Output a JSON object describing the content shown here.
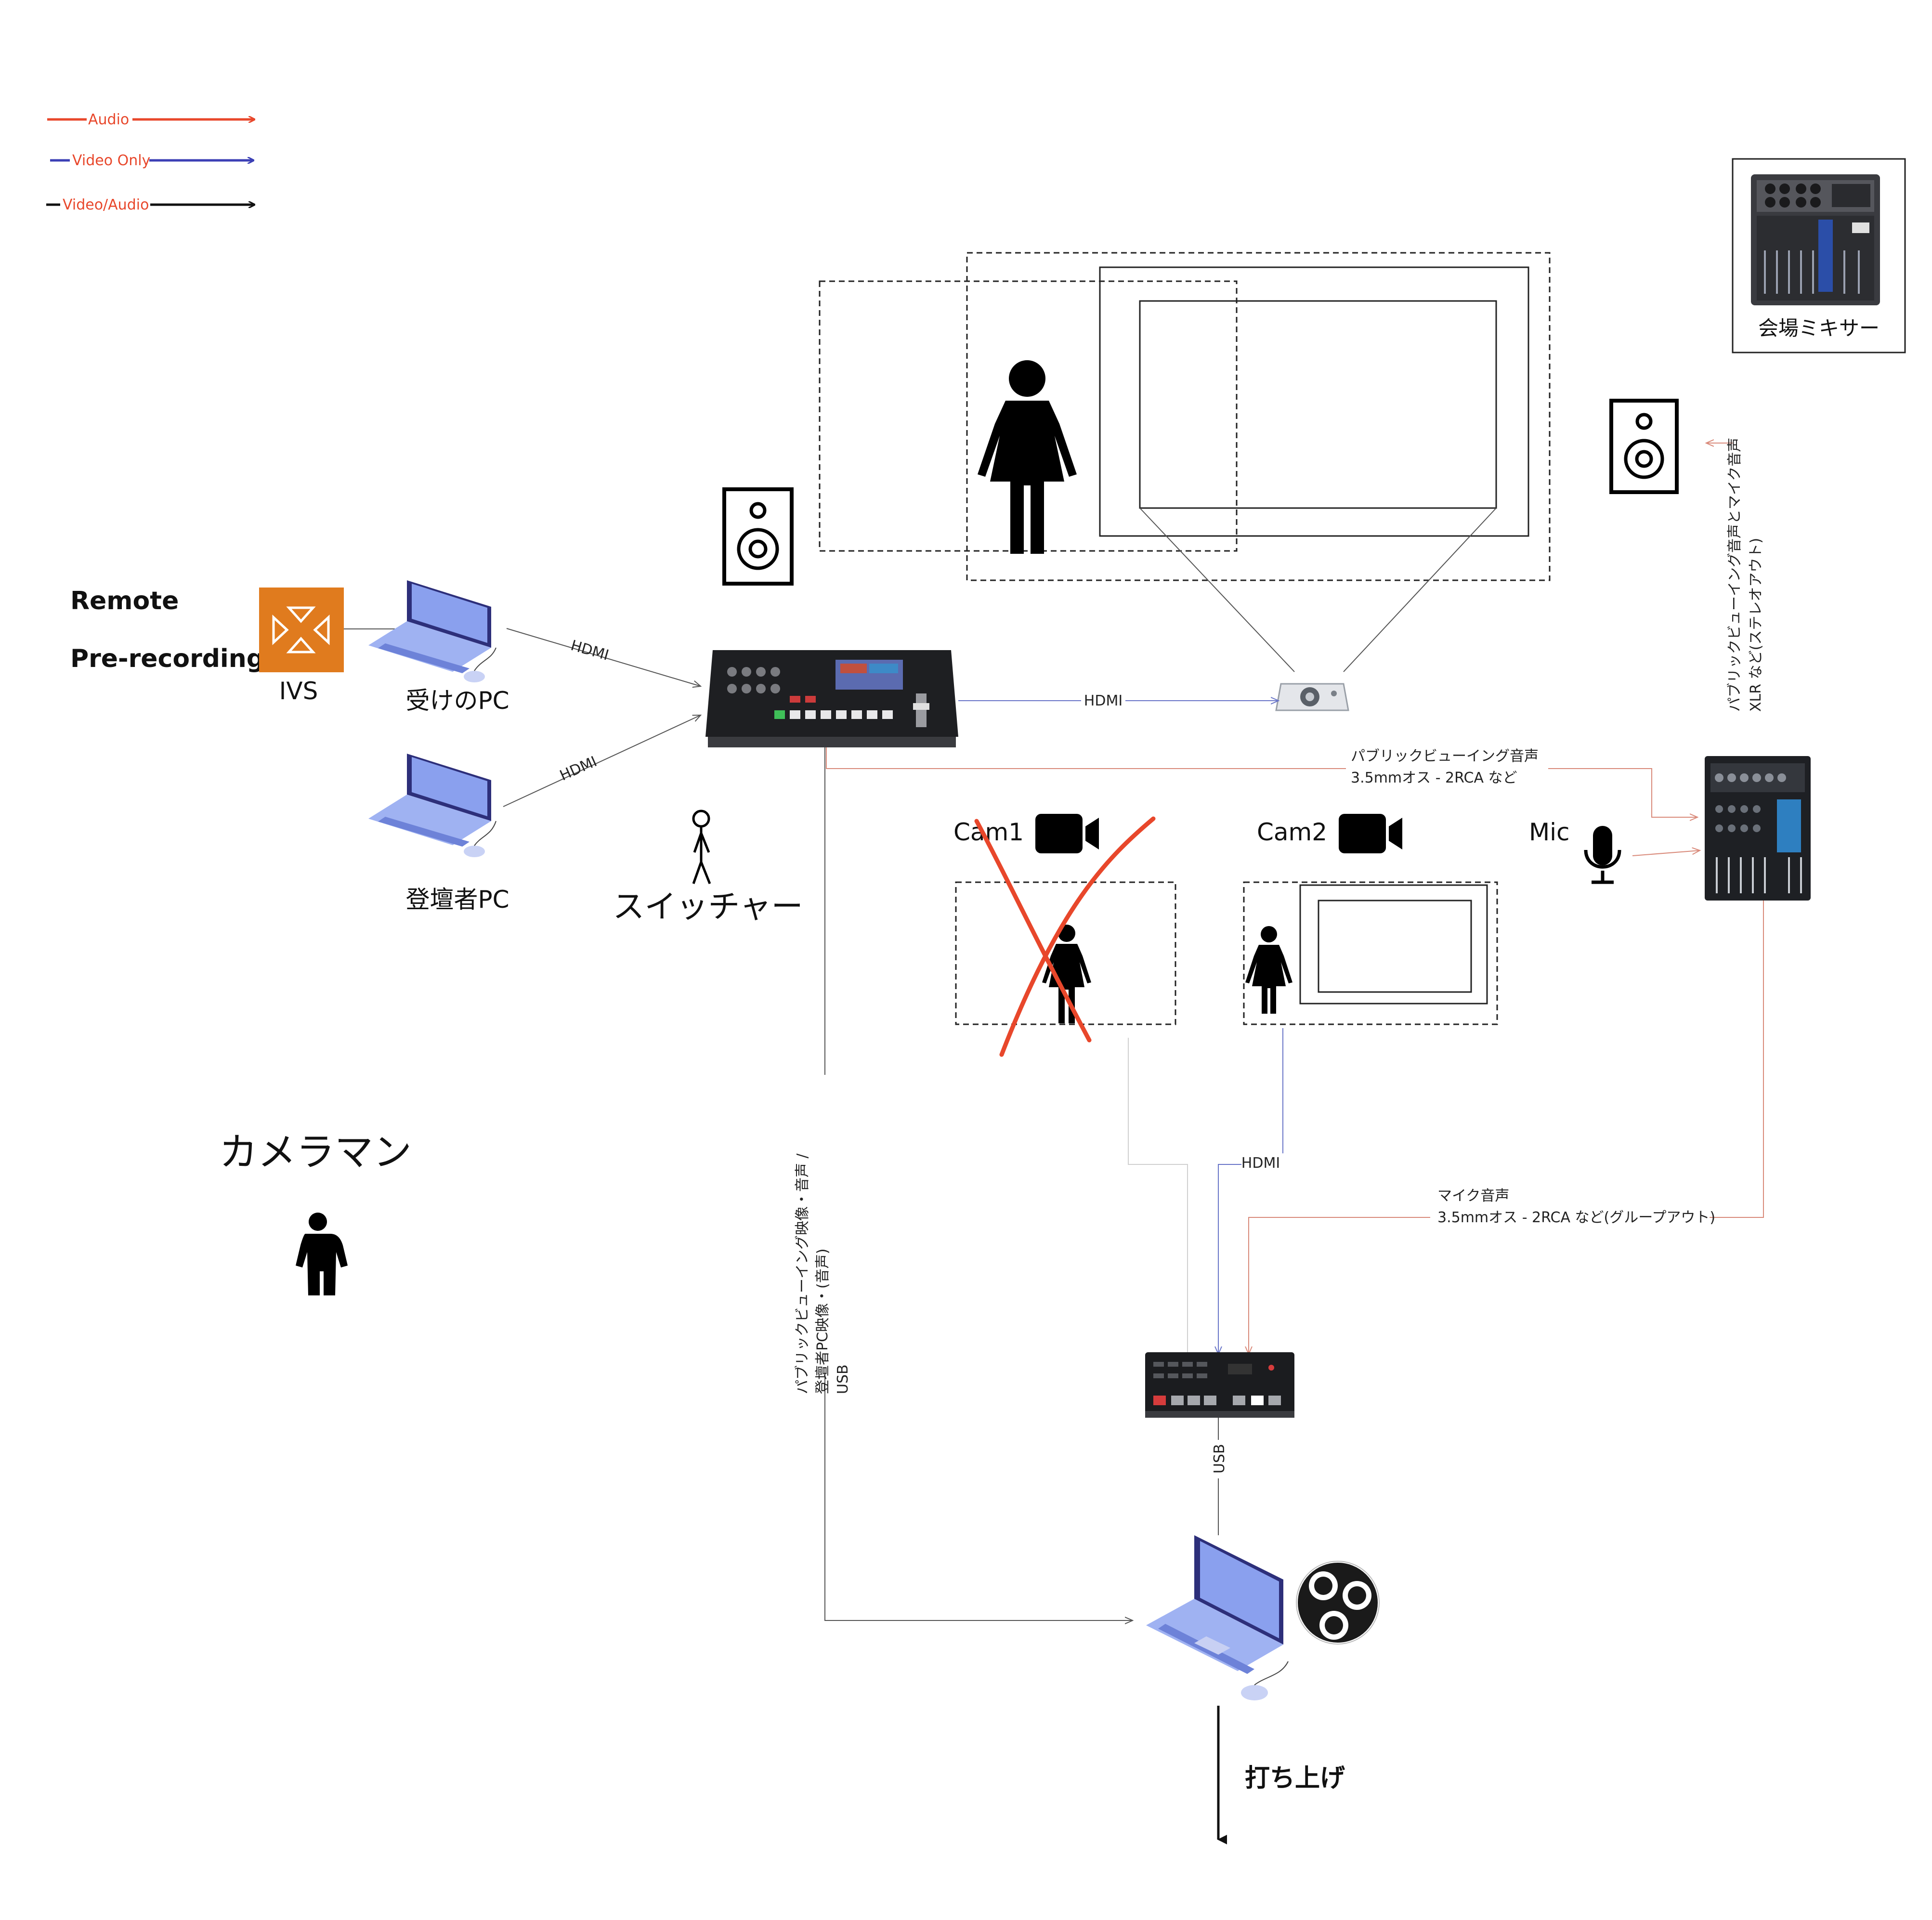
{
  "legend": {
    "audio": "Audio",
    "video_only": "Video Only",
    "video_audio": "Video/Audio"
  },
  "colors": {
    "audio": "#e8472b",
    "video_only": "#3b3fb5",
    "video_audio": "#111111",
    "aws_orange": "#e07b1e",
    "laptop_blue": "#8aa0ee"
  },
  "left": {
    "remote": "Remote",
    "pre_recording": "Pre-recording",
    "ivs": "IVS",
    "receiving_pc": "受けのPC",
    "speaker_pc": "登壇者PC",
    "switcher": "スイッチャー",
    "cameraman": "カメラマン"
  },
  "connections": {
    "hdmi_1": "HDMI",
    "hdmi_2": "HDMI",
    "hdmi_projector": "HDMI",
    "pv_audio": "パブリックビューイング音声",
    "pv_audio_2": "3.5mmオス - 2RCA など",
    "mixer_out_1": "パブリックビューイング音声とマイク音声",
    "mixer_out_2": "XLR など(ステレオアウト)",
    "usb_vertical_1": "パブリックビューイング映像・音声 /",
    "usb_vertical_2": "登壇者PC映像・(音声)",
    "usb_vertical_3": "USB",
    "hdmi_cam2": "HDMI",
    "mic_audio_1": "マイク音声",
    "mic_audio_2": "3.5mmオス - 2RCA など(グループアウト)",
    "usb_atem": "USB"
  },
  "stage": {
    "cam1": "Cam1",
    "cam2": "Cam2",
    "mic": "Mic",
    "venue_mixer": "会場ミキサー"
  },
  "output": {
    "launch": "打ち上げ"
  }
}
